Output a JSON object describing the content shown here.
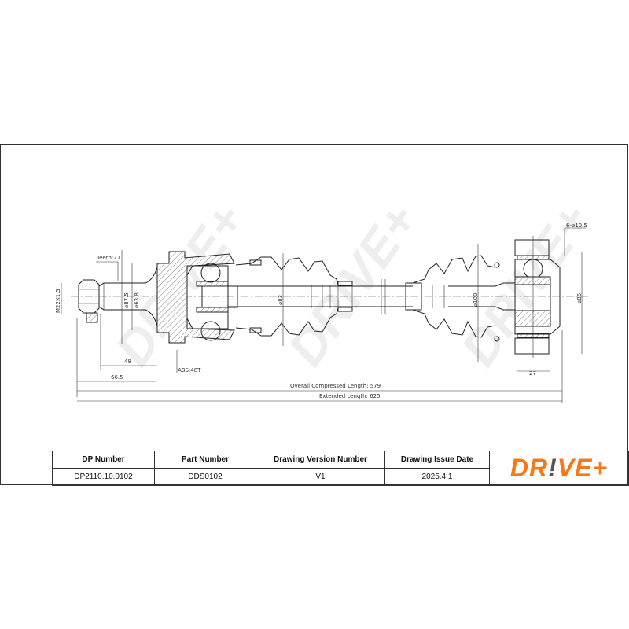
{
  "drawing": {
    "labels": {
      "teeth": "Teeth:27",
      "thread": "M22X1.5",
      "dia_87_5": "⌀87.5",
      "dia_63_8": "⌀63.8",
      "len_48": "48",
      "len_66_5": "66.5",
      "abs": "ABS:48T",
      "dia_83": "⌀83",
      "dia_100": "⌀100",
      "dia_86": "⌀86",
      "len_27": "27",
      "bolt_holes": "6-⌀10.5",
      "overall": "Overall  Compressed  Length: 579",
      "extended": "Extended  Length: 625"
    }
  },
  "table": {
    "headers": [
      "DP Number",
      "Part Number",
      "Drawing Version Number",
      "Drawing Issue Date"
    ],
    "values": [
      "DP2110.10.0102",
      "DDS0102",
      "V1",
      "2025.4.1"
    ]
  },
  "logo": {
    "part1": "DR",
    "bang": "!",
    "part2": "VE+"
  },
  "colors": {
    "brand_orange": "#f27a1a",
    "brand_grey": "#555555"
  }
}
